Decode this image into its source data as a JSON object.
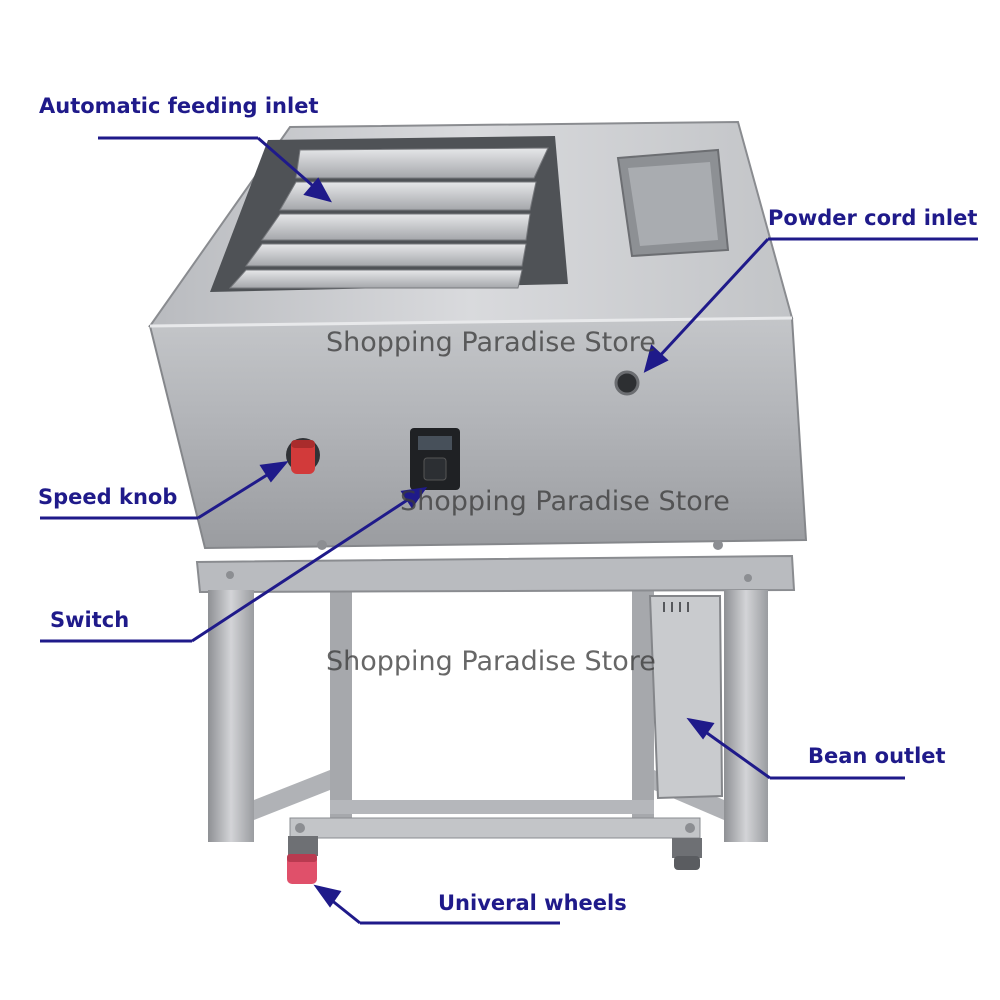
{
  "colors": {
    "annotation": "#1f1a8a",
    "steel_light": "#d8d9db",
    "steel_mid": "#a9abaf",
    "steel_dark": "#6f7276",
    "knob_red": "#d23a3a",
    "wheel_red": "#e0506a"
  },
  "labels": {
    "feeding_inlet": "Automatic feeding inlet",
    "powder_inlet": "Powder cord inlet",
    "speed_knob": "Speed knob",
    "switch": "Switch",
    "bean_outlet": "Bean outlet",
    "wheels": "Univeral wheels"
  },
  "watermark": "Shopping Paradise Store",
  "icons": [
    "arrow-icon",
    "knob-icon",
    "switch-icon",
    "wheel-icon"
  ]
}
